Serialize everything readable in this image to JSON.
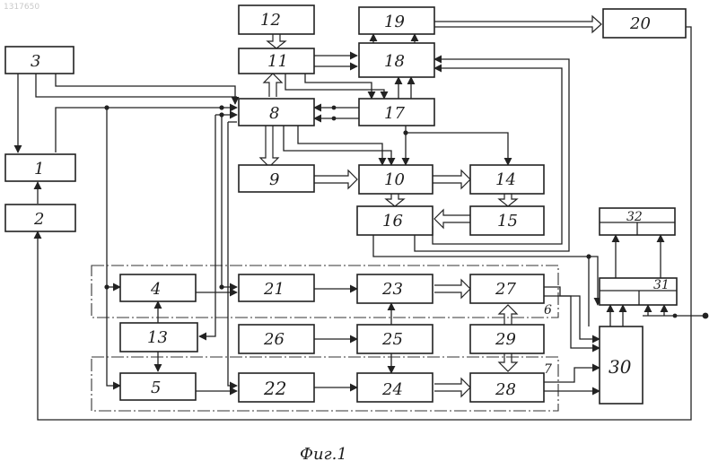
{
  "stamp": "1317650",
  "caption": "Фиг.1",
  "blocks": {
    "b1": "1",
    "b2": "2",
    "b3": "3",
    "b4": "4",
    "b5": "5",
    "b8": "8",
    "b9": "9",
    "b10": "10",
    "b11": "11",
    "b12": "12",
    "b13": "13",
    "b14": "14",
    "b15": "15",
    "b16": "16",
    "b17": "17",
    "b18": "18",
    "b19": "19",
    "b20": "20",
    "b21": "21",
    "b22": "22",
    "b23": "23",
    "b24": "24",
    "b25": "25",
    "b26": "26",
    "b27": "27",
    "b28": "28",
    "b29": "29",
    "b30": "30",
    "b31": "31",
    "b32": "32"
  },
  "group_labels": {
    "g6": "6",
    "g7": "7"
  }
}
